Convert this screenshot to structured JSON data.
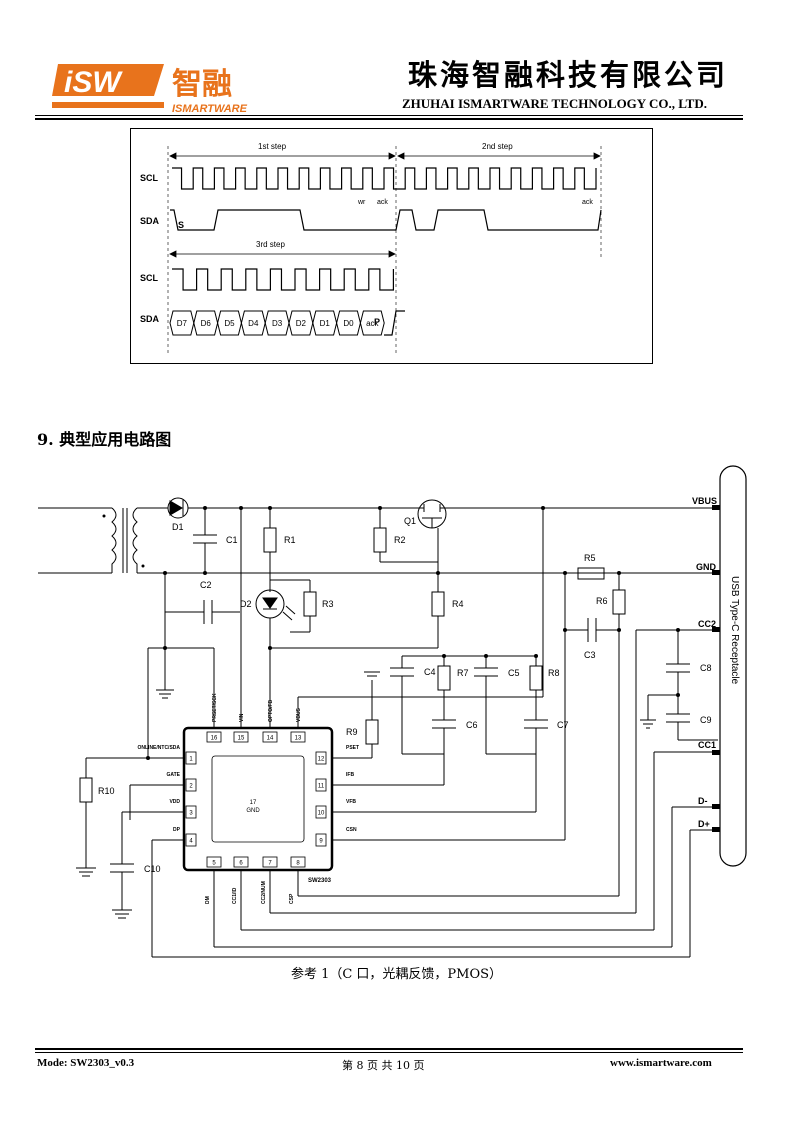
{
  "header": {
    "logo_letters": "iSW",
    "logo_cn": "智融",
    "logo_en": "ISMARTWARE",
    "company_cn": "珠海智融科技有限公司",
    "company_en": "ZHUHAI ISMARTWARE TECHNOLOGY CO., LTD.",
    "brand_color": "#e8731c"
  },
  "timing": {
    "scl": "SCL",
    "sda": "SDA",
    "step1": "1st step",
    "step2": "2nd step",
    "step3": "3rd step",
    "wr": "wr",
    "ack": "ack",
    "start": "S",
    "stop": "P",
    "bits": [
      "D7",
      "D6",
      "D5",
      "D4",
      "D3",
      "D2",
      "D1",
      "D0",
      "ack"
    ]
  },
  "section": {
    "number": "9.",
    "title": "典型应用电路图"
  },
  "circuit": {
    "vbus": "VBUS",
    "gnd": "GND",
    "cc2": "CC2",
    "cc1": "CC1",
    "dminus": "D-",
    "dplus": "D+",
    "receptacle": "USB Type-C Receptacle",
    "chip": "SW2303",
    "gnd_pad_num": "17",
    "gnd_pad": "GND",
    "components": {
      "D1": "D1",
      "D2": "D2",
      "Q1": "Q1",
      "C1": "C1",
      "C2": "C2",
      "C3": "C3",
      "C4": "C4",
      "C5": "C5",
      "C6": "C6",
      "C7": "C7",
      "C8": "C8",
      "C9": "C9",
      "C10": "C10",
      "R1": "R1",
      "R2": "R2",
      "R3": "R3",
      "R4": "R4",
      "R5": "R5",
      "R6": "R6",
      "R7": "R7",
      "R8": "R8",
      "R9": "R9",
      "R10": "R10"
    },
    "top_pins": [
      {
        "num": "16",
        "name": "PRSET/SCK"
      },
      {
        "num": "15",
        "name": "VIN"
      },
      {
        "num": "14",
        "name": "OPTO/FB"
      },
      {
        "num": "13",
        "name": "VBUS"
      }
    ],
    "left_pins": [
      {
        "num": "1",
        "name": "ONLINE/NTC/SDA"
      },
      {
        "num": "2",
        "name": "GATE"
      },
      {
        "num": "3",
        "name": "VDD"
      },
      {
        "num": "4",
        "name": "DP"
      }
    ],
    "right_pins": [
      {
        "num": "12",
        "name": "PSET"
      },
      {
        "num": "11",
        "name": "IFB"
      },
      {
        "num": "10",
        "name": "VFB"
      },
      {
        "num": "9",
        "name": "CSN"
      }
    ],
    "bottom_pins": [
      {
        "num": "5",
        "name": "DM"
      },
      {
        "num": "6",
        "name": "CC1/ID"
      },
      {
        "num": "7",
        "name": "CC2/NUM"
      },
      {
        "num": "8",
        "name": "CSP"
      }
    ]
  },
  "caption": "参考 1（C 口，光耦反馈，PMOS）",
  "footer": {
    "model": "Mode: SW2303_v0.3",
    "page_prefix": "第",
    "page_num": "8",
    "page_mid": "页 共",
    "page_total": "10",
    "page_suffix": "页",
    "website": "www.ismartware.com"
  }
}
